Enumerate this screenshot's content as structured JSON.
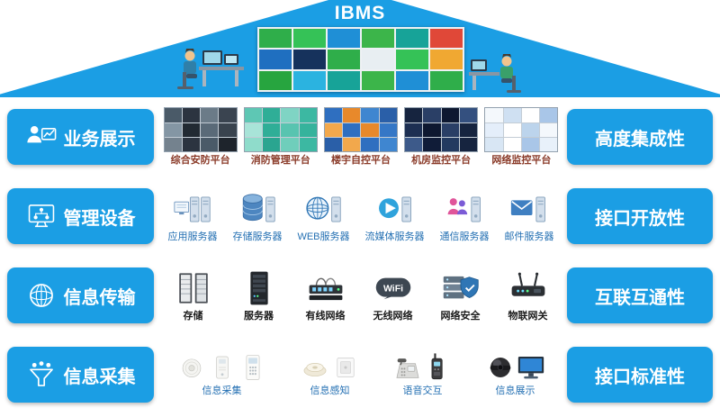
{
  "colors": {
    "primary": "#1b9ee4",
    "platform_label": "#8a3a28",
    "server_label": "#2470b3",
    "transport_label": "#1a1a1a",
    "device_label": "#2470b3"
  },
  "roof": {
    "title": "IBMS",
    "dashboard_tiles": [
      "#2fae4a",
      "#35c257",
      "#1f8fd6",
      "#3cb54a",
      "#17a398",
      "#e04838",
      "#1f6fc0",
      "#16325c",
      "#2fae4a",
      "#e8eef2",
      "#35c257",
      "#f0a832",
      "#27a53f",
      "#2bb3e0",
      "#17a398",
      "#3cb54a",
      "#1f8fd6",
      "#2fae4a"
    ]
  },
  "rows": [
    {
      "kind": "platforms",
      "left": {
        "label": "业务展示"
      },
      "right": {
        "label": "高度集成性"
      },
      "items": [
        {
          "label": "综合安防平台",
          "palette": [
            "#4a5a68",
            "#2c3440",
            "#6b7b88",
            "#3a4450",
            "#8496a4",
            "#222a33",
            "#5a6a78",
            "#39434e",
            "#74828e",
            "#2c3440",
            "#4a5a68",
            "#1e242c"
          ]
        },
        {
          "label": "消防管理平台",
          "palette": [
            "#5ec7b4",
            "#2fae97",
            "#7fd4c4",
            "#3cb8a2",
            "#a8e4d8",
            "#2fae97",
            "#58c4b0",
            "#35b39c",
            "#8fdccb",
            "#2aa590",
            "#6fcebb",
            "#3cb8a2"
          ]
        },
        {
          "label": "楼宇自控平台",
          "palette": [
            "#2f6fc0",
            "#e8892b",
            "#3f86d0",
            "#2a5fa8",
            "#f2a84c",
            "#2f6fc0",
            "#e8892b",
            "#3577c6",
            "#2a5fa8",
            "#f2a84c",
            "#2f6fc0",
            "#3f86d0"
          ]
        },
        {
          "label": "机房监控平台",
          "palette": [
            "#16243f",
            "#2a3f66",
            "#0e1830",
            "#34507f",
            "#1d2f52",
            "#0e1830",
            "#2a3f66",
            "#16243f",
            "#3d5a8a",
            "#101c38",
            "#233a60",
            "#16243f"
          ]
        },
        {
          "label": "网络监控平台",
          "palette": [
            "#f4f8fc",
            "#cfe0f2",
            "#ffffff",
            "#a9c6e8",
            "#e4eefa",
            "#ffffff",
            "#bcd4ec",
            "#f4f8fc",
            "#d8e6f4",
            "#ffffff",
            "#a9c6e8",
            "#e8f1fa"
          ]
        }
      ]
    },
    {
      "kind": "servers",
      "left": {
        "label": "管理设备"
      },
      "right": {
        "label": "接口开放性"
      },
      "items": [
        {
          "label": "应用服务器",
          "icon": "app-server-icon"
        },
        {
          "label": "存储服务器",
          "icon": "storage-server-icon"
        },
        {
          "label": "WEB服务器",
          "icon": "web-server-icon"
        },
        {
          "label": "流媒体服务器",
          "icon": "media-server-icon"
        },
        {
          "label": "通信服务器",
          "icon": "comm-server-icon"
        },
        {
          "label": "邮件服务器",
          "icon": "mail-server-icon"
        }
      ]
    },
    {
      "kind": "transport",
      "left": {
        "label": "信息传输"
      },
      "right": {
        "label": "互联互通性"
      },
      "items": [
        {
          "label": "存储",
          "icon": "storage-cabinet-icon"
        },
        {
          "label": "服务器",
          "icon": "server-rack-icon"
        },
        {
          "label": "有线网络",
          "icon": "wired-network-icon"
        },
        {
          "label": "无线网络",
          "icon": "wifi-icon"
        },
        {
          "label": "网络安全",
          "icon": "network-security-icon"
        },
        {
          "label": "物联网关",
          "icon": "iot-gateway-icon"
        }
      ]
    },
    {
      "kind": "devices",
      "left": {
        "label": "信息采集"
      },
      "right": {
        "label": "接口标准性"
      },
      "groups": [
        {
          "label": "信息采集",
          "icons": [
            "smoke-detector-icon",
            "door-sensor-icon",
            "card-reader-icon"
          ]
        },
        {
          "label": "信息感知",
          "icons": [
            "ceiling-detector-icon",
            "wall-switch-icon"
          ]
        },
        {
          "label": "语音交互",
          "icons": [
            "telephone-icon",
            "walkie-talkie-icon"
          ]
        },
        {
          "label": "信息展示",
          "icons": [
            "dome-camera-icon",
            "display-icon"
          ]
        }
      ]
    }
  ]
}
